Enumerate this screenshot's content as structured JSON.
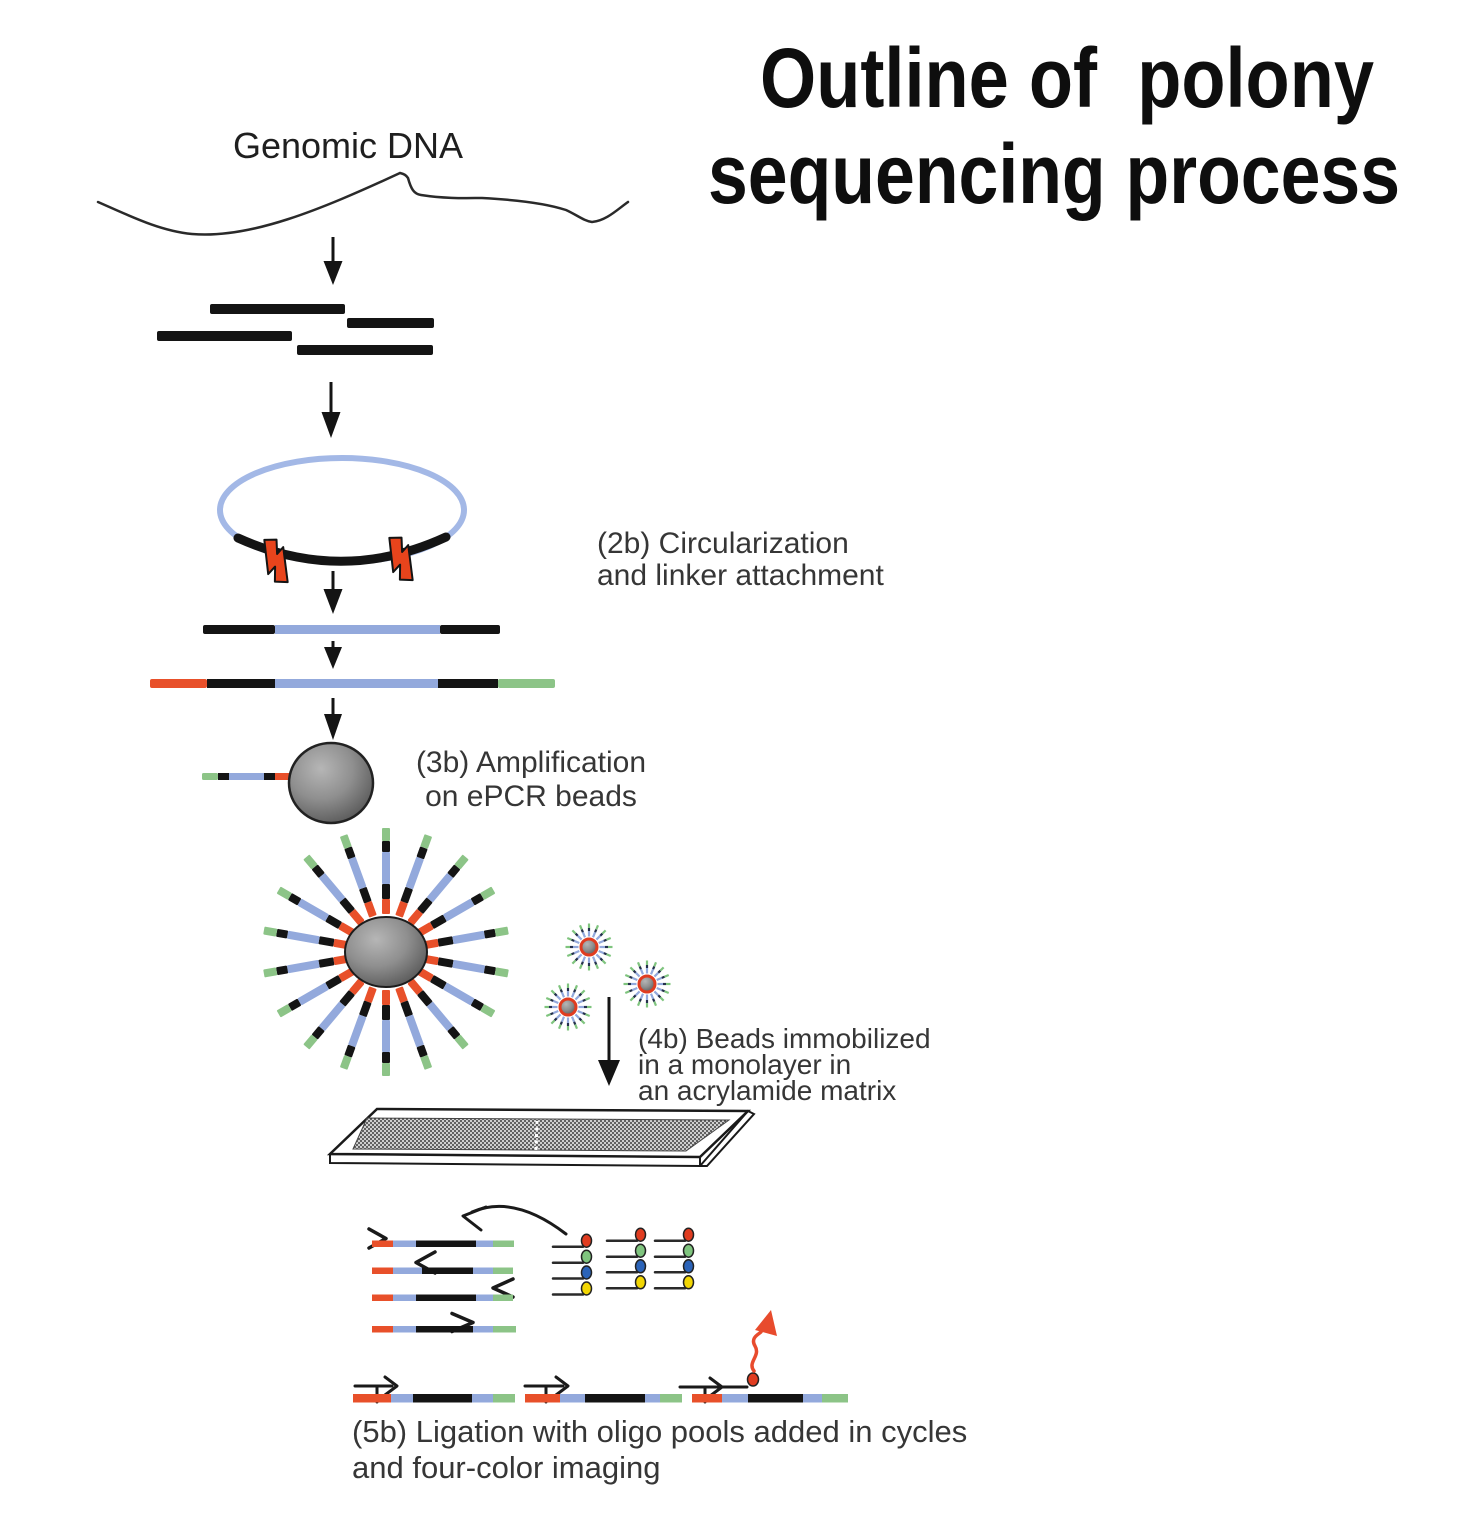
{
  "title": {
    "line1": "Outline of  polony",
    "line2": "sequencing process"
  },
  "diagram": {
    "genomic_dna_label": "Genomic DNA",
    "steps": {
      "s2b": {
        "line1": "(2b) Circularization",
        "line2": "and linker attachment"
      },
      "s3b": {
        "line1": "(3b) Amplification",
        "line2": "on ePCR beads"
      },
      "s4b": {
        "line1": "(4b) Beads immobilized",
        "line2": "in a monolayer in",
        "line3": "an acrylamide matrix"
      },
      "s5b": {
        "line1": "(5b) Ligation with oligo pools added in cycles",
        "line2": "and four-color imaging"
      }
    },
    "adapter_bar_segment_order": [
      "red",
      "black",
      "blue",
      "black",
      "green"
    ],
    "bead_spike_segment_order_from_core": [
      "red",
      "black",
      "blue",
      "black",
      "green"
    ],
    "oligo_pool": {
      "columns": 3,
      "rows_per_column": 4,
      "dye_colors_top_to_bottom": [
        "red",
        "green",
        "blue",
        "yellow"
      ]
    },
    "fragment_count": 4,
    "small_bead_count": 3,
    "bottom_strand_count": 3
  },
  "colors": {
    "black": "#141414",
    "linker_blue": "#93a9dc",
    "circle_blue": "#a3b8e6",
    "adapter_red": "#e8502a",
    "adapter_green": "#8cc487",
    "bolt_orange": "#e8441c",
    "dot_red": "#e03c20",
    "dot_green": "#7fc47e",
    "dot_blue": "#2b63b8",
    "dot_yellow": "#f2d603",
    "squiggle_red": "#e84b2d",
    "bead_gray_light": "#b6b6b6",
    "bead_gray_dark": "#474747",
    "plate_halftone_bg": "#cfcfcf",
    "plate_halftone_dot": "#3f3f3f"
  }
}
